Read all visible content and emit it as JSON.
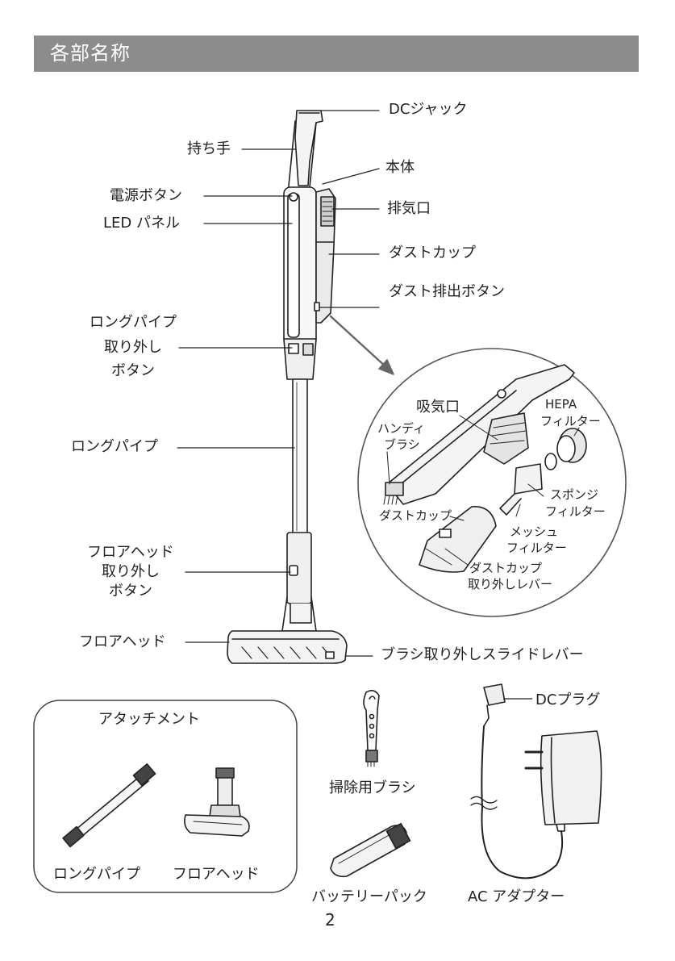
{
  "header": {
    "title": "各部名称"
  },
  "main_labels": {
    "dc_jack": "DCジャック",
    "handle": "持ち手",
    "body": "本体",
    "power_button": "電源ボタン",
    "exhaust": "排気口",
    "led_panel": "LED パネル",
    "dust_cup": "ダストカップ",
    "dust_release_button": "ダスト排出ボタン",
    "long_pipe_release_1": "ロングパイプ",
    "long_pipe_release_2": "取り外し",
    "long_pipe_release_3": "ボタン",
    "long_pipe": "ロングパイプ",
    "floor_head_release_1": "フロアヘッド",
    "floor_head_release_2": "取り外し",
    "floor_head_release_3": "ボタン",
    "floor_head": "フロアヘッド",
    "brush_slide_lever": "ブラシ取り外しスライドレバー"
  },
  "detail_labels": {
    "intake": "吸気口",
    "handy_brush_1": "ハンディ",
    "handy_brush_2": "ブラシ",
    "hepa_1": "HEPA",
    "hepa_2": "フィルター",
    "sponge_1": "スポンジ",
    "sponge_2": "フィルター",
    "dust_cup": "ダストカップ",
    "mesh_1": "メッシュ",
    "mesh_2": "フィルター",
    "cup_lever_1": "ダストカップ",
    "cup_lever_2": "取り外しレバー"
  },
  "accessories": {
    "box_title": "アタッチメント",
    "long_pipe": "ロングパイプ",
    "floor_head": "フロアヘッド",
    "cleaning_brush": "掃除用ブラシ",
    "battery_pack": "バッテリーパック",
    "dc_plug": "DCプラグ",
    "ac_adapter": "AC アダプター"
  },
  "page_number": "2"
}
